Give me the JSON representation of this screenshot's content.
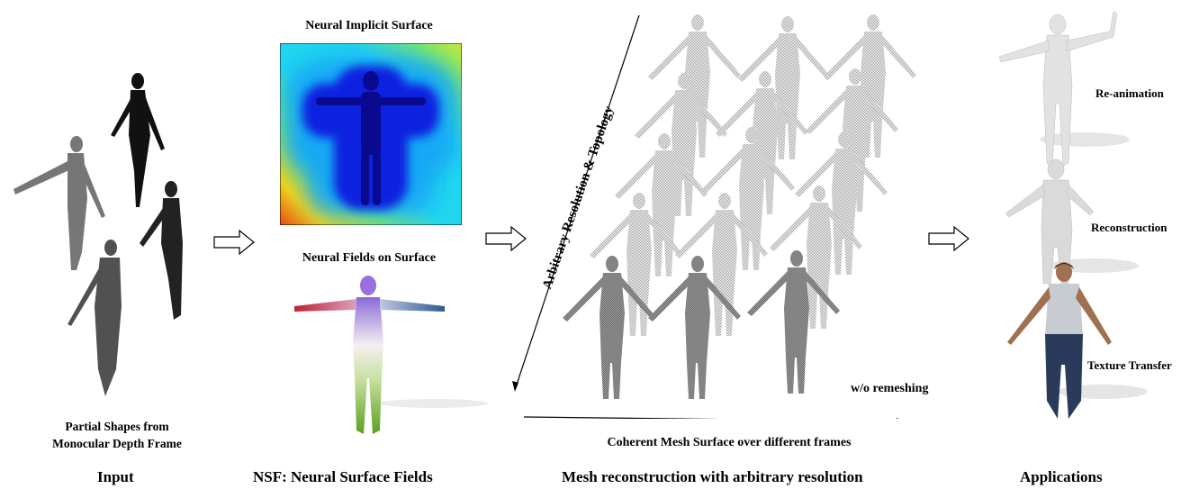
{
  "sections": {
    "input": {
      "caption": "Input",
      "sub_line1": "Partial Shapes from",
      "sub_line2": "Monocular Depth Frame"
    },
    "nsf": {
      "caption": "NSF: Neural Surface Fields",
      "implicit_title": "Neural Implicit Surface",
      "fields_title": "Neural Fields on Surface"
    },
    "mesh": {
      "caption": "Mesh reconstruction with arbitrary resolution",
      "diag_label": "Arbitrary Resolution & Topology",
      "horiz_label": "Coherent Mesh Surface over different frames",
      "remesh_label": "w/o remeshing"
    },
    "apps": {
      "caption": "Applications",
      "items": [
        "Re-animation",
        "Reconstruction",
        "Texture Transfer"
      ]
    }
  },
  "colors": {
    "field_outer": "#e8d21a",
    "field_mid": "#22d6f0",
    "field_inner": "#0a14c8",
    "mesh_gray": "#7a7a7a",
    "app_gray": "#d6d6d6"
  }
}
